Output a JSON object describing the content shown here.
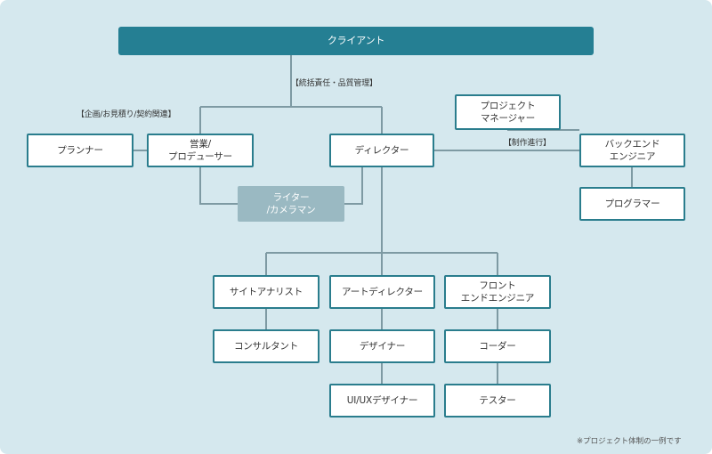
{
  "nodes": {
    "client": "クライアント",
    "planner": "プランナー",
    "sales_producer": "営業/\nプロデューサー",
    "director": "ディレクター",
    "project_manager": "プロジェクト\nマネージャー",
    "backend_engineer": "バックエンド\nエンジニア",
    "programmer": "プログラマー",
    "writer_camera": "ライター\n/カメラマン",
    "site_analyst": "サイトアナリスト",
    "art_director": "アートディレクター",
    "frontend_engineer": "フロント\nエンドエンジニア",
    "consultant": "コンサルタント",
    "designer": "デザイナー",
    "coder": "コーダー",
    "uiux_designer": "UI/UXデザイナー",
    "tester": "テスター"
  },
  "labels": {
    "overall_responsibility": "【統括責任・品質管理】",
    "planning": "【企画/お見積り/契約関連】",
    "production_progress": "【制作進行】"
  },
  "note": "※プロジェクト体制の一例です",
  "colors": {
    "accent": "#2a7d8d",
    "client_fill": "#257f93",
    "background": "#d5e8ee",
    "line": "#7e9aa3",
    "gray_node": "#9ab9c2"
  }
}
